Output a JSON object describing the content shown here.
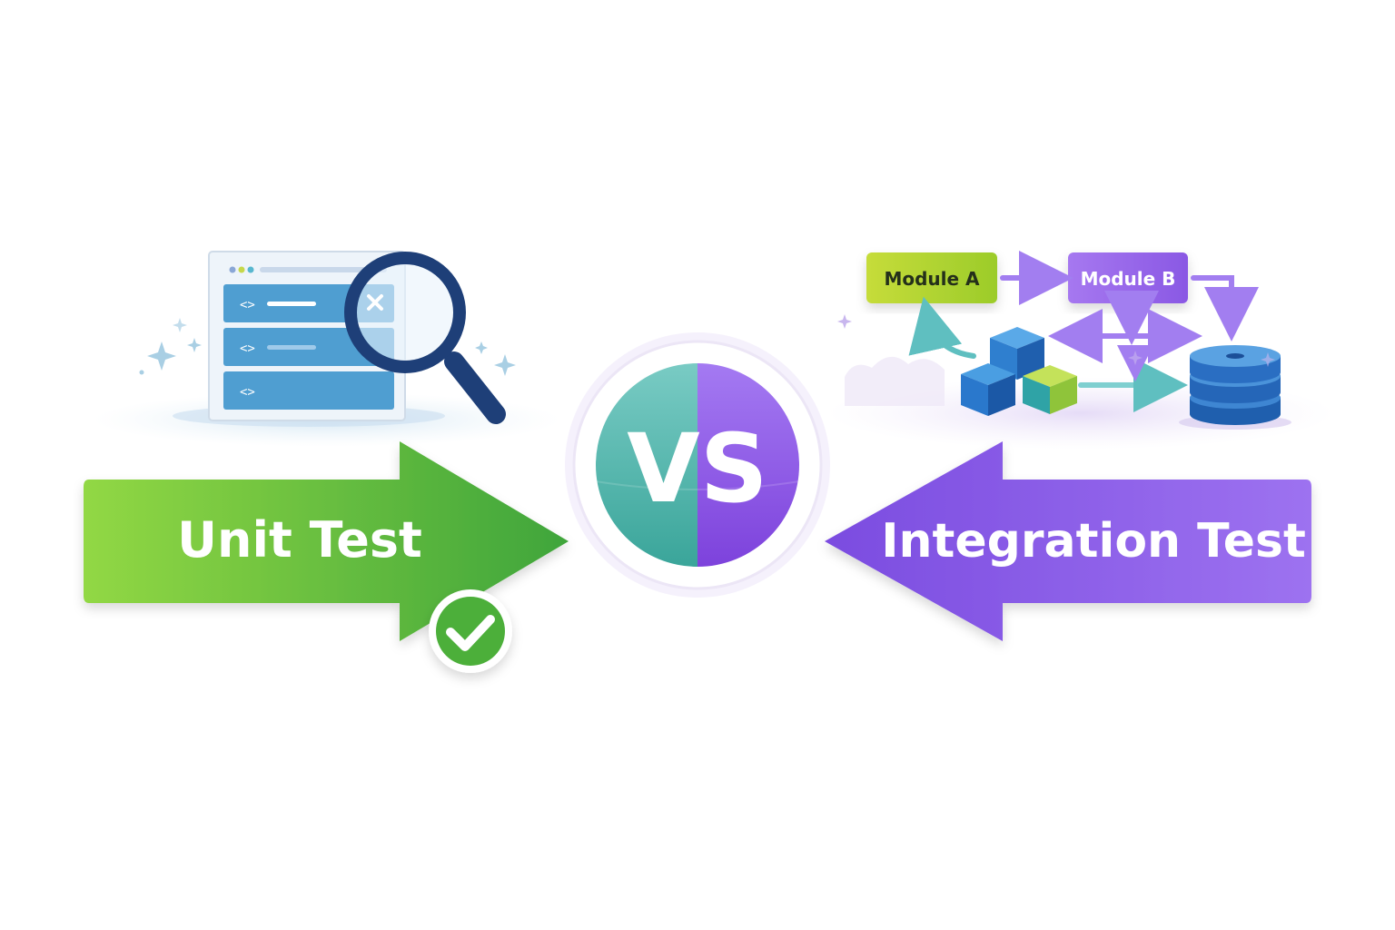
{
  "left": {
    "label": "Unit Test",
    "colors": {
      "arrow_start": "#8fd63f",
      "arrow_end": "#3ea83a",
      "check": "#4caf3a"
    }
  },
  "center": {
    "label": "VS",
    "colors": {
      "left_half": "#5bbfb0",
      "right_half": "#8a4fe0"
    }
  },
  "right": {
    "label": "Integration Test",
    "colors": {
      "arrow_start": "#7c4ee0",
      "arrow_end": "#9a6cf0"
    },
    "modules": [
      {
        "label": "Module A",
        "color": "#b8d42a"
      },
      {
        "label": "Module B",
        "color": "#9a6ae8"
      }
    ]
  },
  "icons": {
    "unit": [
      "code-window-icon",
      "magnifier-icon",
      "check-badge-icon",
      "sparkle-icon"
    ],
    "integration": [
      "cube-stack-icon",
      "database-icon",
      "flow-arrow-icon",
      "sparkle-icon"
    ]
  }
}
